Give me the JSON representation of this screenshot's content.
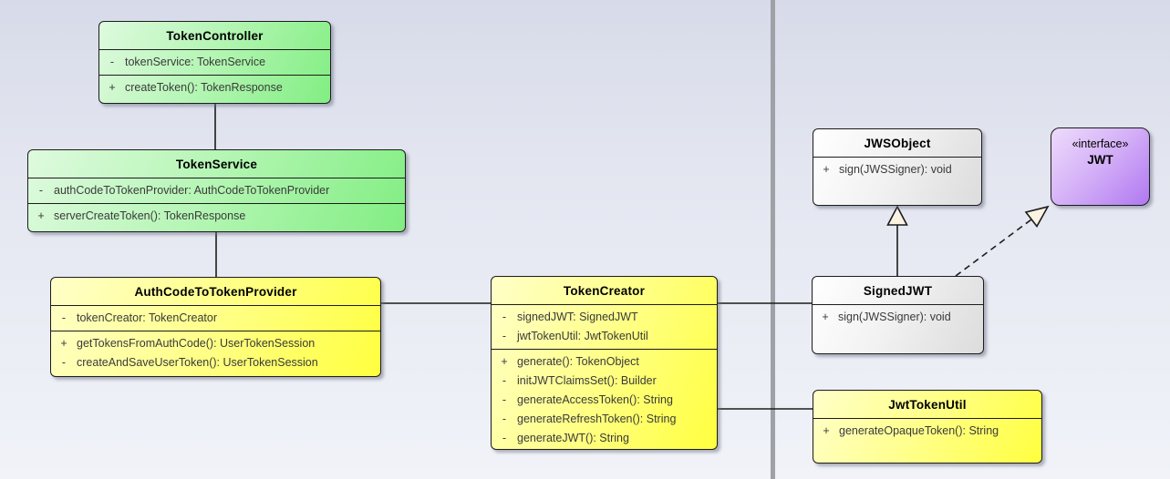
{
  "diagram": {
    "kind": "uml-class-diagram",
    "colors": {
      "class_green": "#82ee82",
      "class_yellow": "#ffff3f",
      "class_white": "#dcdcdc",
      "interface_purple": "#b078f1",
      "border": "#1c1c1c",
      "member_text": "#3a3a3a",
      "page_divider": "#9ea1a6",
      "arrowhead_fill": "#faf3e2"
    }
  },
  "classes": [
    {
      "id": "token-controller",
      "name": "TokenController",
      "attributes": [
        {
          "vis": "-",
          "text": "tokenService: TokenService"
        }
      ],
      "methods": [
        {
          "vis": "+",
          "text": "createToken(): TokenResponse"
        }
      ]
    },
    {
      "id": "token-service",
      "name": "TokenService",
      "attributes": [
        {
          "vis": "-",
          "text": "authCodeToTokenProvider: AuthCodeToTokenProvider"
        }
      ],
      "methods": [
        {
          "vis": "+",
          "text": "serverCreateToken(): TokenResponse"
        }
      ]
    },
    {
      "id": "auth-code-to-token-provider",
      "name": "AuthCodeToTokenProvider",
      "attributes": [
        {
          "vis": "-",
          "text": "tokenCreator: TokenCreator"
        }
      ],
      "methods": [
        {
          "vis": "+",
          "text": "getTokensFromAuthCode(): UserTokenSession"
        },
        {
          "vis": "-",
          "text": "createAndSaveUserToken(): UserTokenSession"
        }
      ]
    },
    {
      "id": "token-creator",
      "name": "TokenCreator",
      "attributes": [
        {
          "vis": "-",
          "text": "signedJWT: SignedJWT"
        },
        {
          "vis": "-",
          "text": "jwtTokenUtil: JwtTokenUtil"
        }
      ],
      "methods": [
        {
          "vis": "+",
          "text": "generate(): TokenObject"
        },
        {
          "vis": "-",
          "text": "initJWTClaimsSet(): Builder"
        },
        {
          "vis": "-",
          "text": "generateAccessToken(): String"
        },
        {
          "vis": "-",
          "text": "generateRefreshToken(): String"
        },
        {
          "vis": "-",
          "text": "generateJWT(): String"
        }
      ]
    },
    {
      "id": "jws-object",
      "name": "JWSObject",
      "attributes": [],
      "methods": [
        {
          "vis": "+",
          "text": "sign(JWSSigner): void"
        }
      ]
    },
    {
      "id": "jwt-interface",
      "name": "JWT",
      "stereotype": "«interface»",
      "attributes": [],
      "methods": []
    },
    {
      "id": "signed-jwt",
      "name": "SignedJWT",
      "attributes": [],
      "methods": [
        {
          "vis": "+",
          "text": "sign(JWSSigner): void"
        }
      ]
    },
    {
      "id": "jwt-token-util",
      "name": "JwtTokenUtil",
      "attributes": [],
      "methods": [
        {
          "vis": "+",
          "text": "generateOpaqueToken(): String"
        }
      ]
    }
  ],
  "relationships": [
    {
      "from": "TokenController",
      "to": "TokenService",
      "type": "association"
    },
    {
      "from": "TokenService",
      "to": "AuthCodeToTokenProvider",
      "type": "association"
    },
    {
      "from": "AuthCodeToTokenProvider",
      "to": "TokenCreator",
      "type": "association"
    },
    {
      "from": "TokenCreator",
      "to": "SignedJWT",
      "type": "association"
    },
    {
      "from": "TokenCreator",
      "to": "JwtTokenUtil",
      "type": "association"
    },
    {
      "from": "SignedJWT",
      "to": "JWSObject",
      "type": "generalization"
    },
    {
      "from": "SignedJWT",
      "to": "JWT",
      "type": "realization"
    }
  ]
}
